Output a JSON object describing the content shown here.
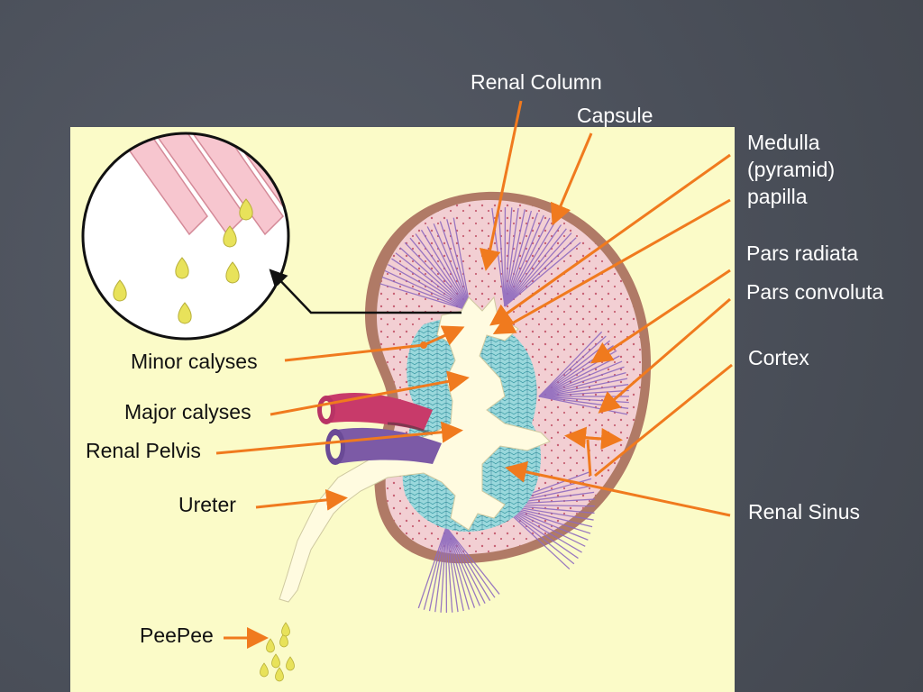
{
  "colors": {
    "background": "#4c515c",
    "panel": "#fbfbc8",
    "capsule": "#b07a66",
    "cortex": "#f2cfd3",
    "medulla_lines": "#8f6bbf",
    "sinus": "#8fd3d8",
    "pelvis": "#fffbe0",
    "pointer": "#f07a1e",
    "droplet": "#e8e25a",
    "inset_tubule": "#f7c6cf"
  },
  "labels": {
    "renal_column": "Renal Column",
    "capsule": "Capsule",
    "medulla": "Medulla\n(pyramid)\npapilla",
    "pars_radiata": "Pars radiata",
    "pars_convoluta": "Pars convoluta",
    "cortex": "Cortex",
    "renal_sinus": "Renal Sinus",
    "minor_calyses": "Minor calyses",
    "major_calyses": "Major calyses",
    "renal_pelvis": "Renal Pelvis",
    "ureter": "Ureter",
    "peepee": "PeePee"
  }
}
